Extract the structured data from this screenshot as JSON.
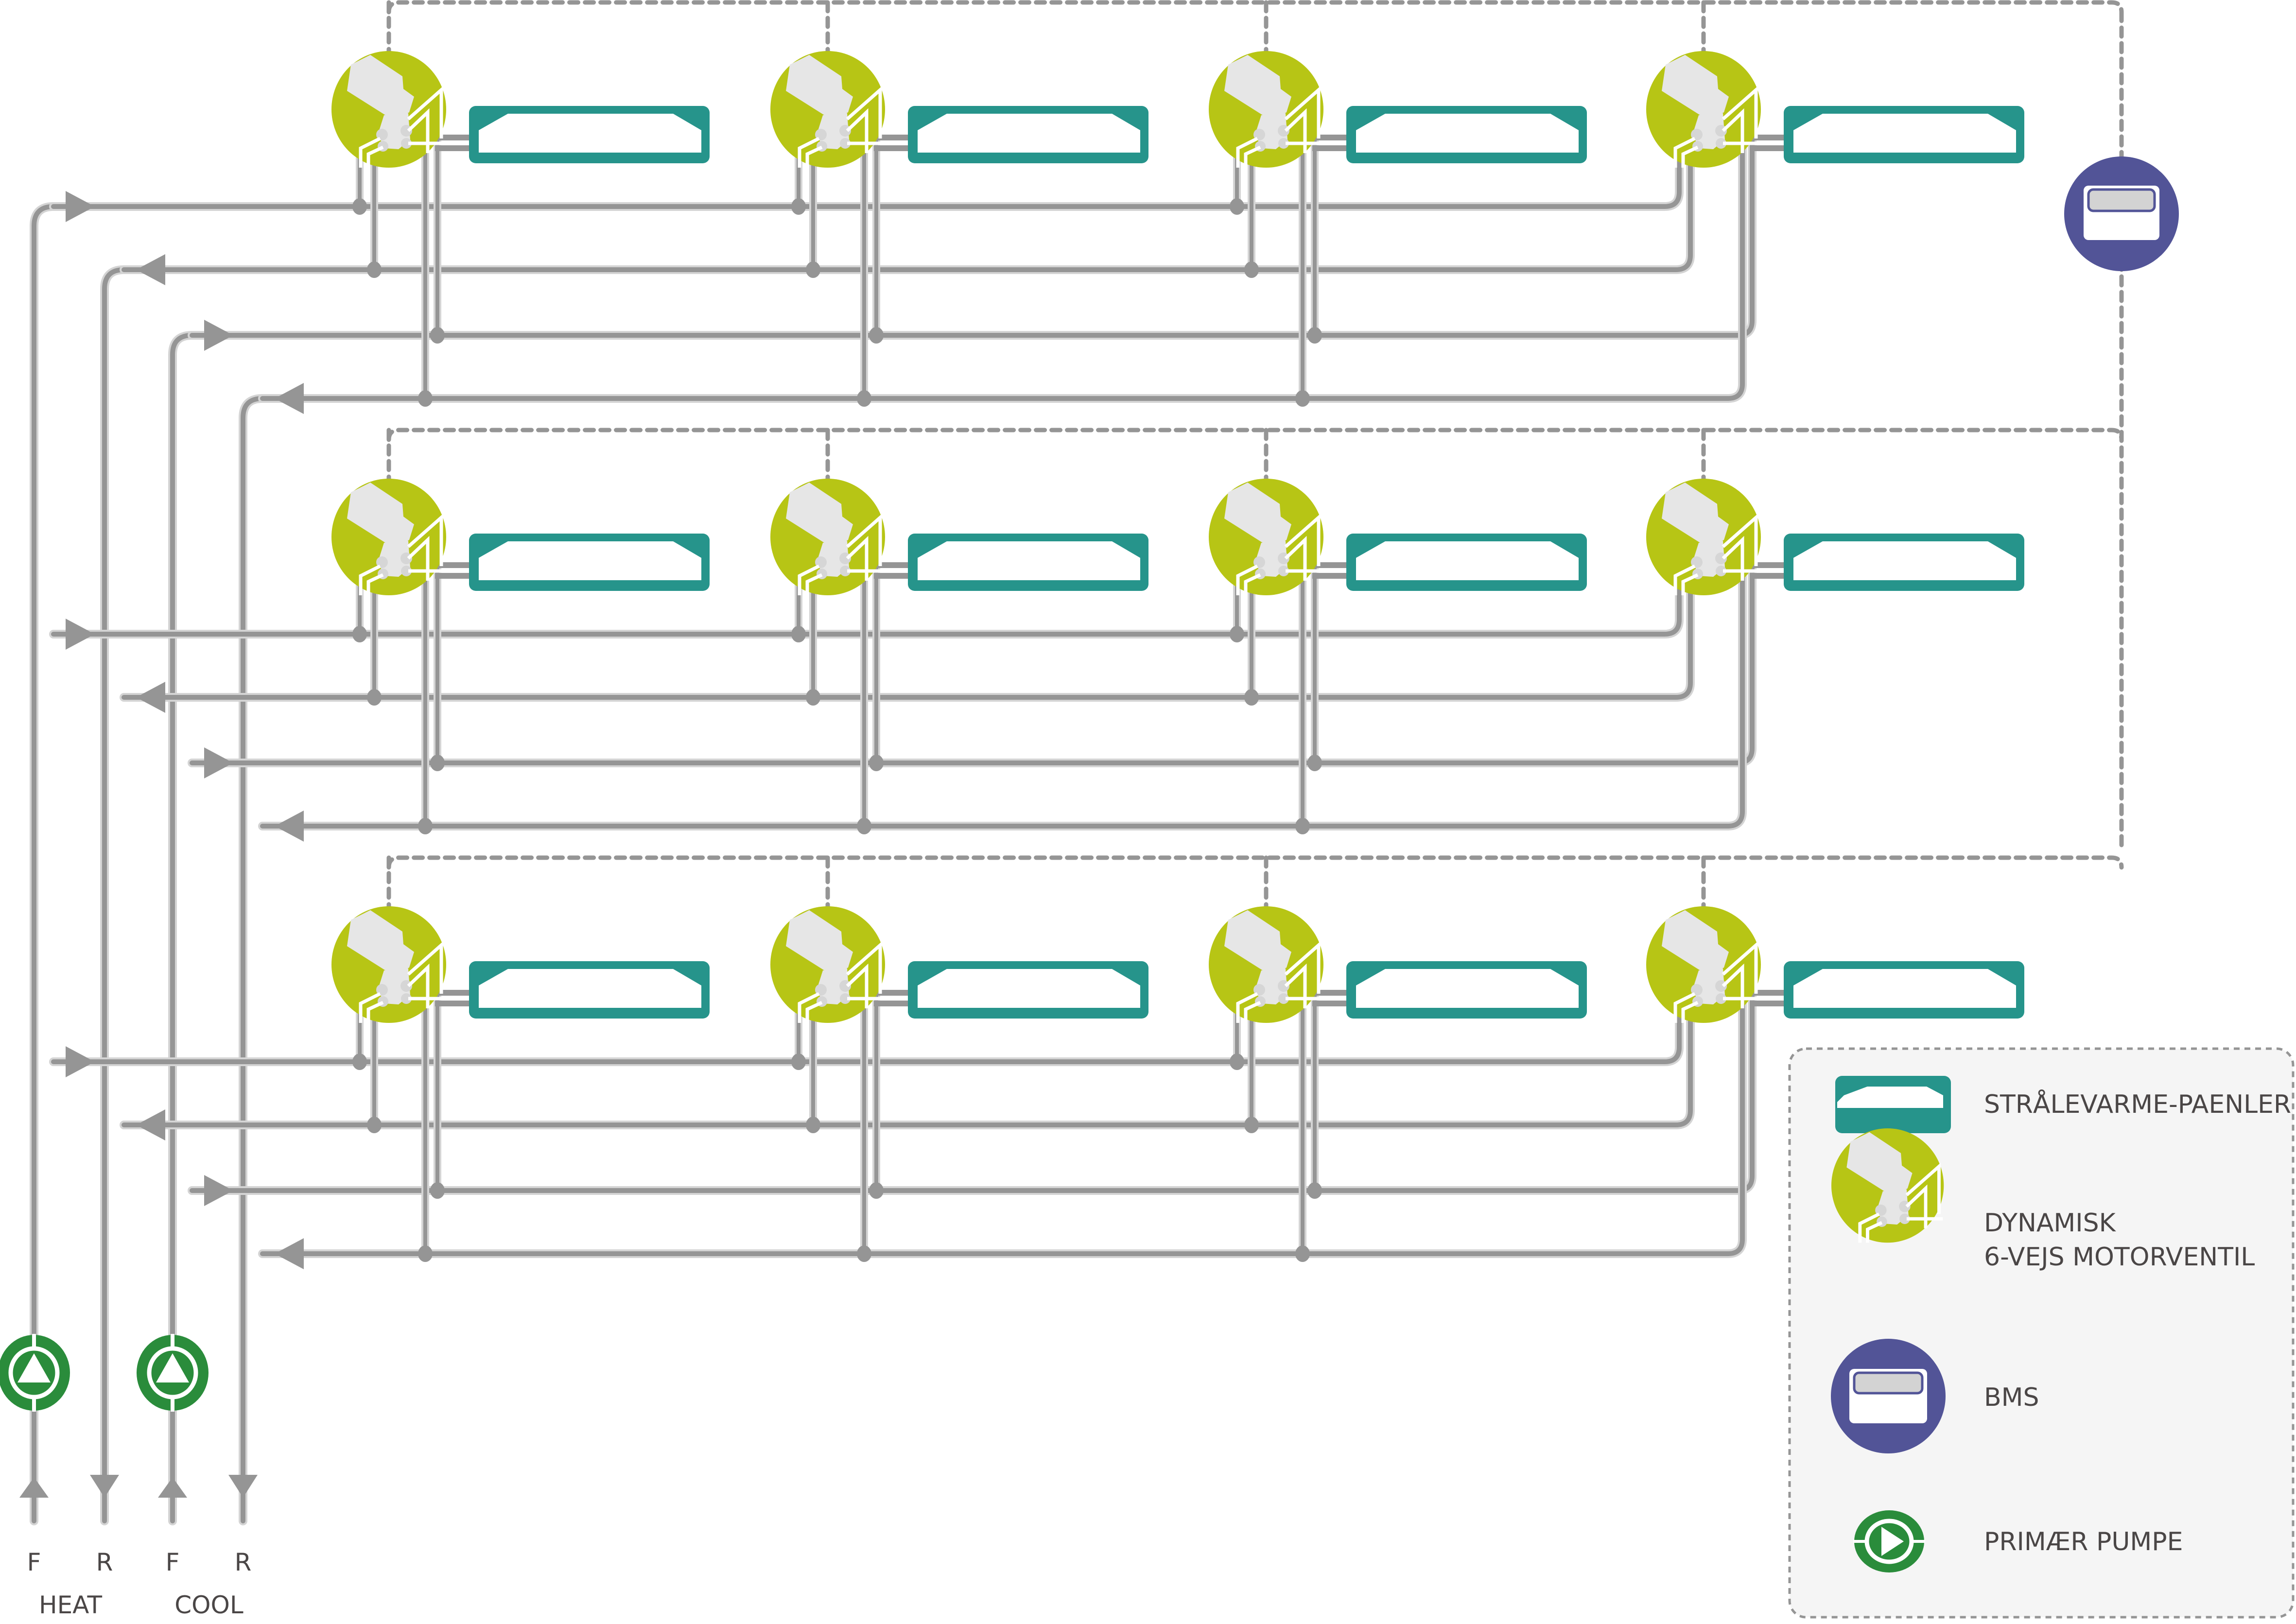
{
  "diagram": {
    "type": "hydronic-schematic",
    "floors": 3,
    "units_per_floor": 4,
    "colors": {
      "pipe_dark": "#959595",
      "pipe_light": "#d4d4d4",
      "valve_green": "#b7c515",
      "valve_body": "#e6e6e6",
      "panel_teal": "#26948b",
      "bms_purple": "#525497",
      "bms_screen": "#d3d3d3",
      "pump_green": "#2a8c3b",
      "text": "#4a4646",
      "legend_bg": "#f5f5f5",
      "dash": "#959595"
    }
  },
  "trunks": [
    {
      "id": "heat-flow",
      "label": "F",
      "group": "HEAT",
      "direction": "up",
      "has_pump": true
    },
    {
      "id": "heat-return",
      "label": "R",
      "group": "HEAT",
      "direction": "down",
      "has_pump": false
    },
    {
      "id": "cool-flow",
      "label": "F",
      "group": "COOL",
      "direction": "up",
      "has_pump": true
    },
    {
      "id": "cool-return",
      "label": "R",
      "group": "COOL",
      "direction": "down",
      "has_pump": false
    }
  ],
  "groups": {
    "heat": "HEAT",
    "cool": "COOL"
  },
  "legend": {
    "items": [
      {
        "icon": "radiant-panel-icon",
        "label_lines": [
          "STRÅLEVARME-PAENLER"
        ]
      },
      {
        "icon": "six-way-valve-icon",
        "label_lines": [
          "DYNAMISK",
          "6-VEJS MOTORVENTIL"
        ]
      },
      {
        "icon": "bms-icon",
        "label_lines": [
          "BMS"
        ]
      },
      {
        "icon": "pump-icon",
        "label_lines": [
          "PRIMÆR PUMPE"
        ]
      }
    ]
  }
}
